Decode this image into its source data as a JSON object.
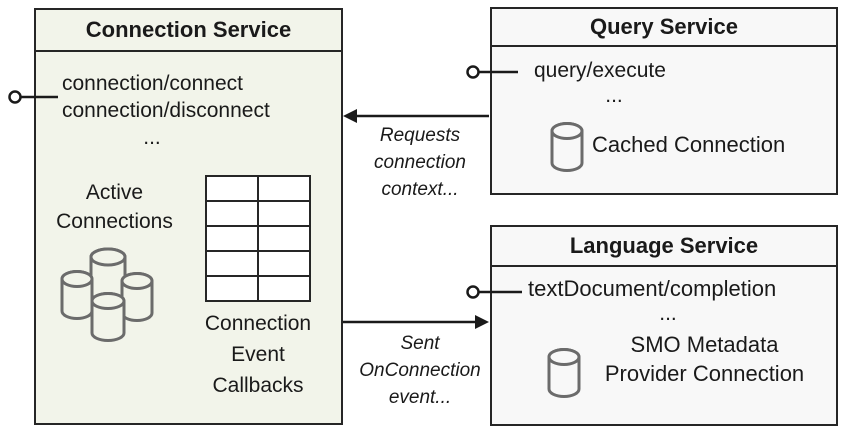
{
  "colors": {
    "connection_fill": "#f2f4ea",
    "service_fill": "#f8f8f8",
    "border": "#262626",
    "icon_stroke": "#6b6b6b",
    "arrow": "#1a1a1a",
    "text": "#1a1a1a"
  },
  "connection_service": {
    "title": "Connection Service",
    "methods": [
      "connection/connect",
      "connection/disconnect",
      "..."
    ],
    "active_connections": [
      "Active",
      "Connections"
    ],
    "callbacks": [
      "Connection",
      "Event",
      "Callbacks"
    ],
    "grid": {
      "rows": 5,
      "cols": 2
    }
  },
  "query_service": {
    "title": "Query Service",
    "method": "query/execute",
    "ellipsis": "...",
    "cached_connection": "Cached Connection"
  },
  "language_service": {
    "title": "Language Service",
    "method": "textDocument/completion",
    "ellipsis": "...",
    "smo": [
      "SMO Metadata",
      "Provider Connection"
    ]
  },
  "annotations": {
    "requests": [
      "Requests",
      "connection",
      "context..."
    ],
    "sent": [
      "Sent",
      "OnConnection",
      "event..."
    ]
  }
}
